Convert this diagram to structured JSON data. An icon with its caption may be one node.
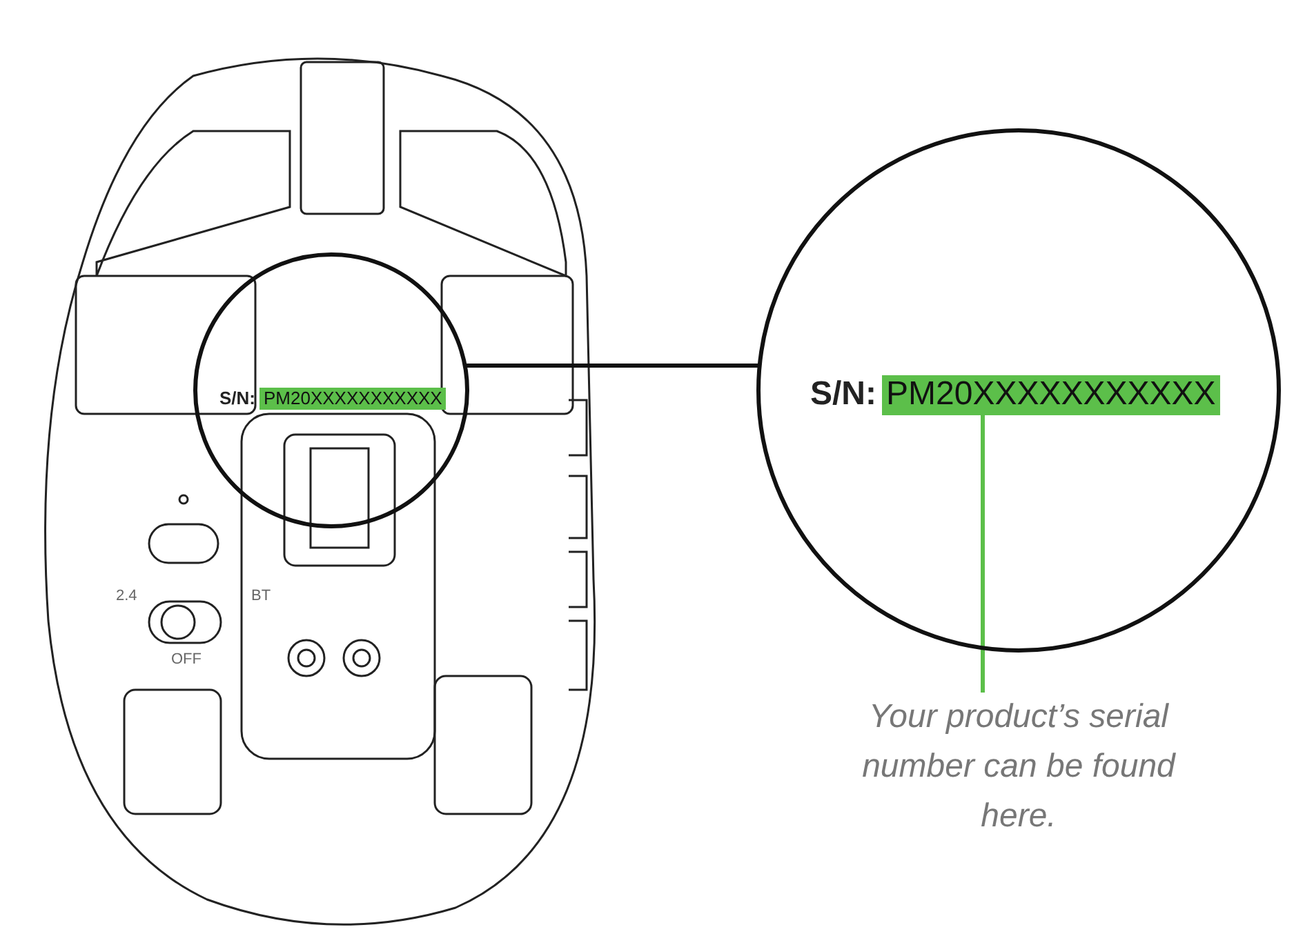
{
  "diagram": {
    "nodes": [
      {
        "text": [
          "S/N:"
        ]
      },
      {
        "text": [
          "PM20XXXXXXXXXXX"
        ],
        "in": 0
      },
      {
        "text": [
          "S/N:"
        ]
      },
      {
        "text": [
          "PM20XXXXXXXXXXX"
        ],
        "in": 2
      },
      {
        "text": [
          "Your product’s serial number can be found here."
        ]
      }
    ],
    "edges": [
      {
        "from": 0,
        "to": 2,
        "arrow": "none"
      },
      {
        "from": 4,
        "to": 3,
        "arrow": "none",
        "color": "#5cbf4a"
      }
    ],
    "labels": [
      "2.4",
      "BT",
      "OFF"
    ]
  }
}
